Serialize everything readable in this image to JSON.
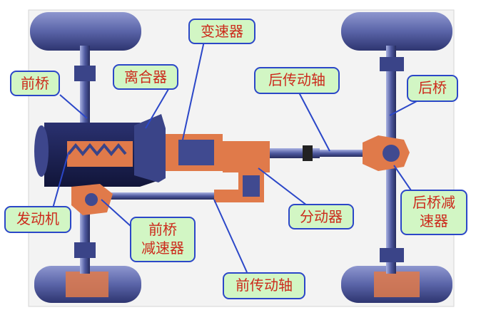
{
  "labels": {
    "front_axle": "前桥",
    "clutch": "离合器",
    "transmission": "变速器",
    "rear_driveshaft": "后传动轴",
    "rear_axle": "后桥",
    "engine": "发动机",
    "front_final_drive": "前桥\n减速器",
    "transfer_case": "分动器",
    "rear_final_drive": "后桥减\n速器",
    "front_driveshaft": "前传动轴"
  },
  "colors": {
    "label_fill": "#d2f6c4",
    "label_border": "#2b47c8",
    "label_text": "#cc2a1c",
    "leader_line": "#2b47c8",
    "chassis_blue": "#4a5a9a",
    "cutaway_orange": "#e07a4a"
  }
}
